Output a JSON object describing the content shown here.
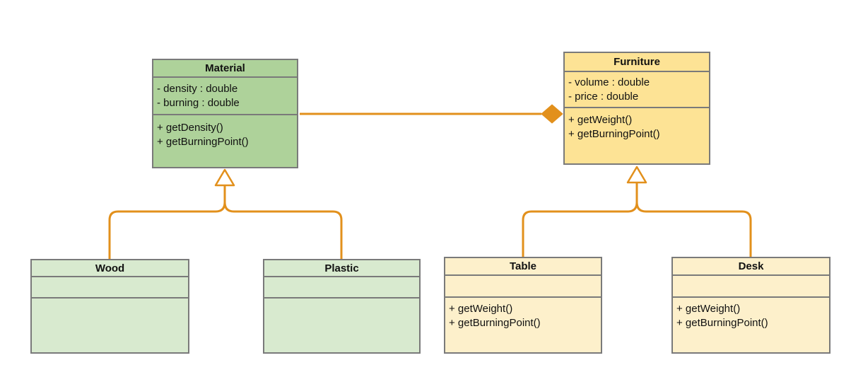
{
  "colors": {
    "parent_green": "#aed29a",
    "child_green": "#d8eacf",
    "parent_yellow": "#fde395",
    "child_yellow": "#fdf0cb",
    "border_gray": "#7a7a7a",
    "connector_orange": "#e2901c",
    "text_black": "#111111",
    "canvas_white": "#ffffff"
  },
  "classes": {
    "material": {
      "name": "Material",
      "attributes": [
        "- density : double",
        "- burning : double"
      ],
      "methods": [
        "+ getDensity()",
        "+ getBurningPoint()"
      ]
    },
    "furniture": {
      "name": "Furniture",
      "attributes": [
        "- volume : double",
        "- price : double"
      ],
      "methods": [
        "+ getWeight()",
        "+ getBurningPoint()"
      ]
    },
    "wood": {
      "name": "Wood",
      "attributes": [],
      "methods": []
    },
    "plastic": {
      "name": "Plastic",
      "attributes": [],
      "methods": []
    },
    "table": {
      "name": "Table",
      "attributes": [],
      "methods": [
        "+ getWeight()",
        "+ getBurningPoint()"
      ]
    },
    "desk": {
      "name": "Desk",
      "attributes": [],
      "methods": [
        "+ getWeight()",
        "+ getBurningPoint()"
      ]
    }
  },
  "relationships": [
    {
      "type": "composition",
      "owner": "Furniture",
      "part": "Material",
      "marker": "filled-diamond-at-furniture"
    },
    {
      "type": "inheritance",
      "child": "Wood",
      "parent": "Material"
    },
    {
      "type": "inheritance",
      "child": "Plastic",
      "parent": "Material"
    },
    {
      "type": "inheritance",
      "child": "Table",
      "parent": "Furniture"
    },
    {
      "type": "inheritance",
      "child": "Desk",
      "parent": "Furniture"
    }
  ]
}
